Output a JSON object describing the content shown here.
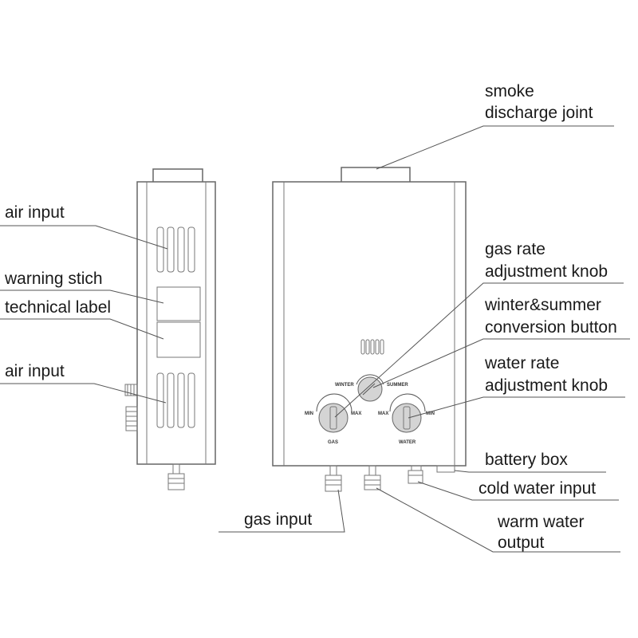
{
  "labels": {
    "smoke_discharge_line1": "smoke",
    "smoke_discharge_line2": "discharge joint",
    "air_input_top": "air input",
    "warning_stich": "warning stich",
    "technical_label": "technical label",
    "air_input_bottom": "air input",
    "gas_rate_line1": "gas rate",
    "gas_rate_line2": "adjustment knob",
    "winter_summer_line1": "winter&summer",
    "winter_summer_line2": "conversion button",
    "water_rate_line1": "water  rate",
    "water_rate_line2": "adjustment knob",
    "battery_box": "battery box",
    "cold_water_input": "cold  water input",
    "gas_input": "gas input",
    "warm_water_line1": "warm  water",
    "warm_water_line2": "output"
  },
  "panel": {
    "winter": "WINTER",
    "summer": "SUMMER",
    "min_left": "MIN",
    "max_left": "MAX",
    "max_right": "MAX",
    "min_right": "MIN",
    "gas": "GAS",
    "water": "WATER"
  }
}
